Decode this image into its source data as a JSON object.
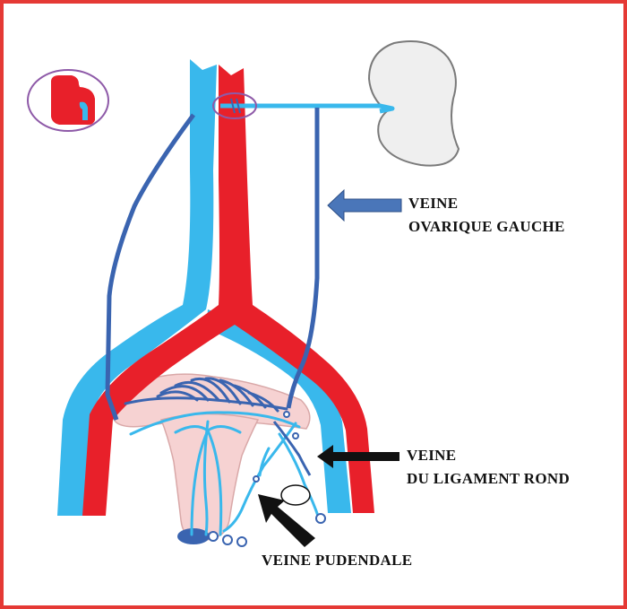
{
  "labels": {
    "ovarian_vein_line1": "VEINE",
    "ovarian_vein_line2": "OVARIQUE GAUCHE",
    "round_ligament_line1": "VEINE",
    "round_ligament_line2": "DU LIGAMENT ROND",
    "pudendal_vein": "VEINE PUDENDALE"
  },
  "colors": {
    "frame": "#e53935",
    "artery": "#e8202a",
    "vein_light": "#39b8ec",
    "vein_dark": "#3a64b0",
    "arrow_ovarian": "#4a76b9",
    "arrow_dark": "#111111",
    "kidney_fill": "#efefef",
    "uterus_fill": "#f6d2d2",
    "inset_ring": "#8e5aa8"
  }
}
